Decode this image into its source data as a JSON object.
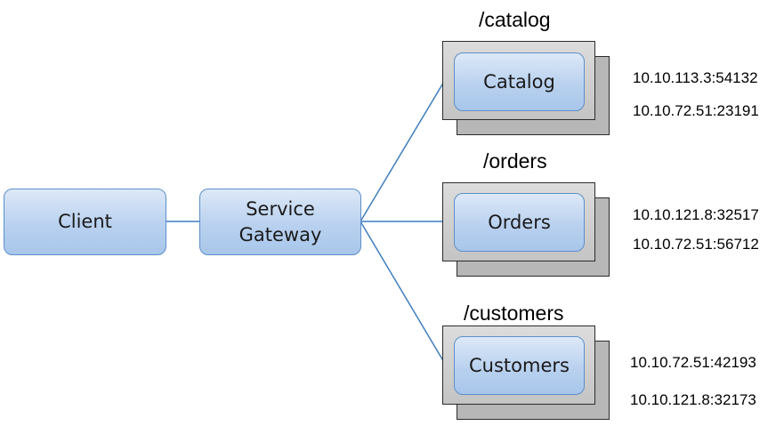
{
  "client": {
    "label": "Client"
  },
  "gateway": {
    "label": "Service\nGateway"
  },
  "services": [
    {
      "route": "/catalog",
      "label": "Catalog",
      "instances": [
        "10.10.113.3:54132",
        "10.10.72.51:23191"
      ]
    },
    {
      "route": "/orders",
      "label": "Orders",
      "instances": [
        "10.10.121.8:32517",
        "10.10.72.51:56712"
      ]
    },
    {
      "route": "/customers",
      "label": "Customers",
      "instances": [
        "10.10.72.51:42193",
        "10.10.121.8:32173"
      ]
    }
  ],
  "colors": {
    "node_border": "#5d8fc9",
    "node_fill_top": "#dde9f8",
    "node_fill_bottom": "#a8c6ea",
    "connector": "#3f7ebd",
    "stack_border": "#2b2b2b",
    "stack_fill": "#c8c8c8"
  }
}
